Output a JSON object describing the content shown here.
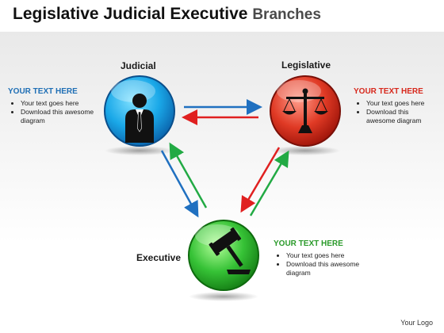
{
  "title": {
    "main": "Legislative Judicial Executive",
    "accent": "Branches"
  },
  "nodes": {
    "judicial": {
      "label": "Judicial",
      "color": "#1aa8e8",
      "icon": "businessman-icon"
    },
    "legislative": {
      "label": "Legislative",
      "color": "#d7281c",
      "icon": "scales-icon"
    },
    "executive": {
      "label": "Executive",
      "color": "#2eb82e",
      "icon": "gavel-icon"
    }
  },
  "text_blocks": {
    "left": {
      "heading": "YOUR TEXT HERE",
      "heading_color": "#1f6fb5",
      "bullets": [
        "Your text goes here",
        "Download this awesome diagram"
      ]
    },
    "right": {
      "heading": "YOUR TEXT HERE",
      "heading_color": "#d7281c",
      "bullets": [
        "Your text goes here",
        "Download this awesome diagram"
      ]
    },
    "bottom": {
      "heading": "YOUR TEXT HERE",
      "heading_color": "#2a9a2a",
      "bullets": [
        "Your text goes here",
        "Download this awesome diagram"
      ]
    }
  },
  "arrow_colors": {
    "blue": "#2070c0",
    "red": "#e02020",
    "green": "#22aa44"
  },
  "logo": "Your Logo"
}
